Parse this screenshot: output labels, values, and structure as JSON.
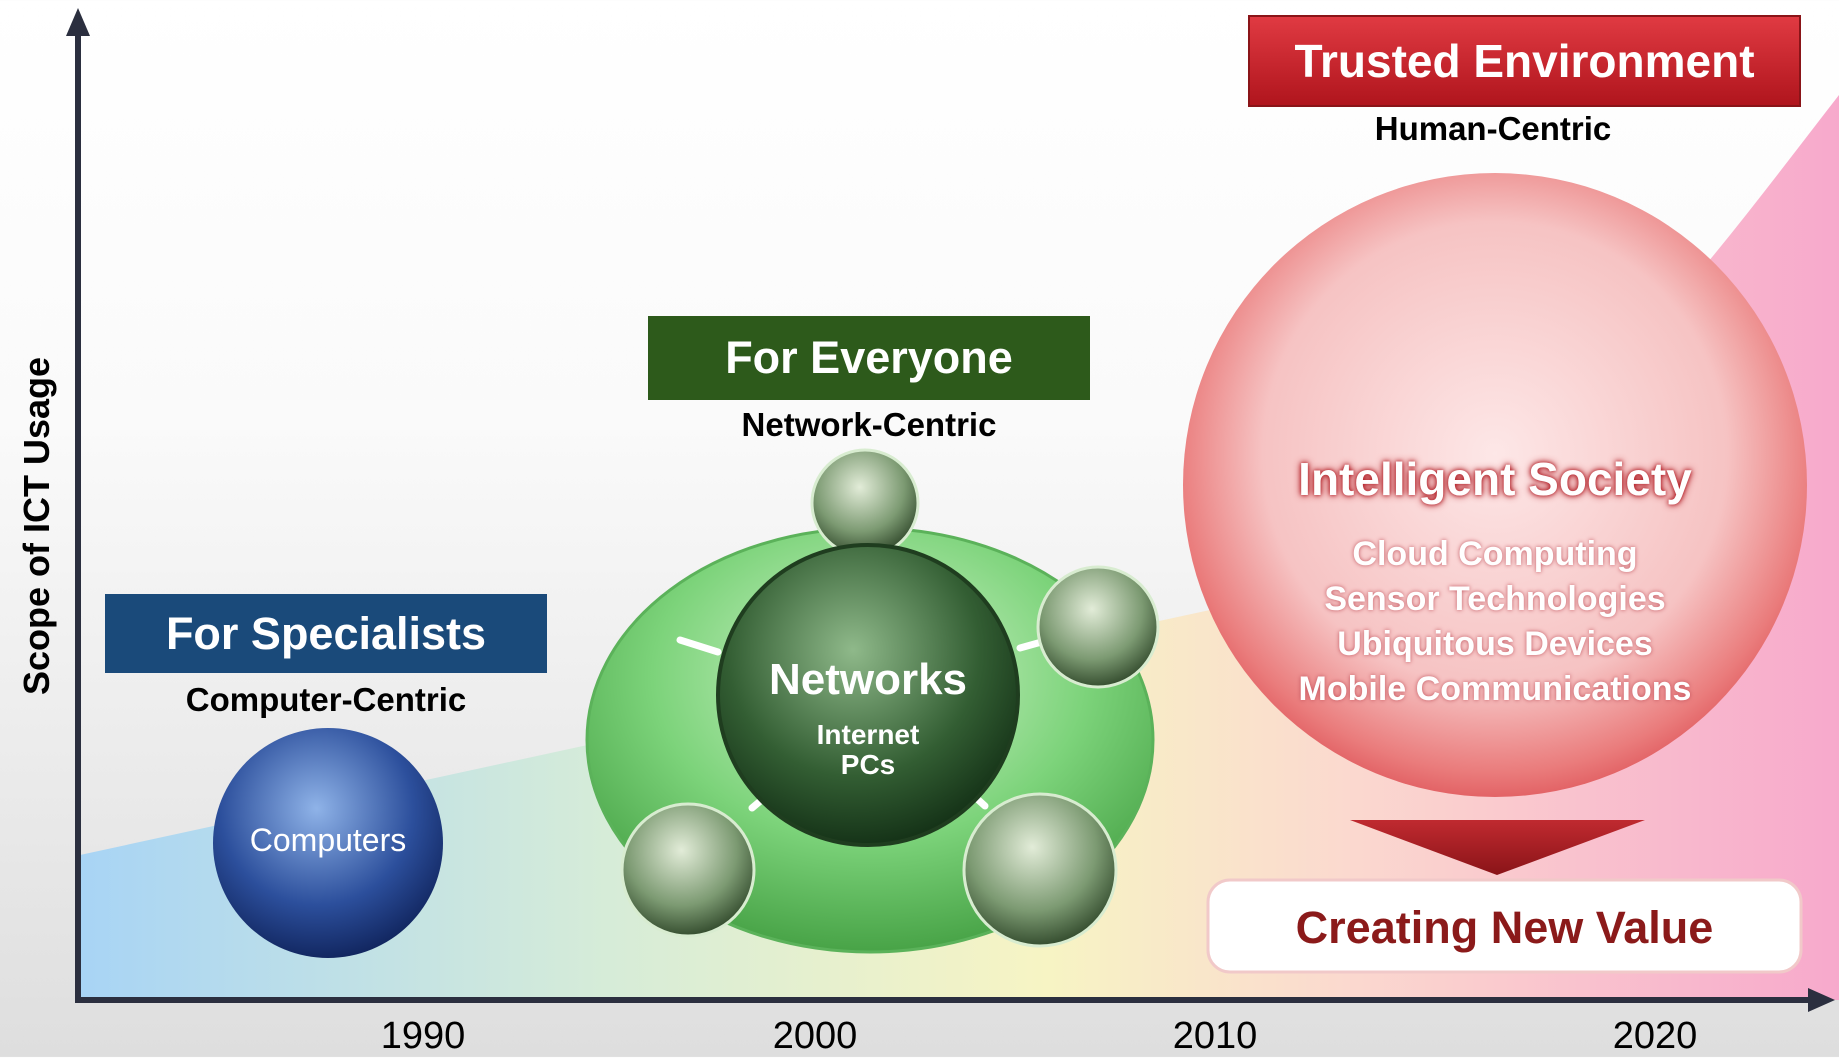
{
  "axes": {
    "y_label": "Scope of ICT Usage",
    "years": [
      "1990",
      "2000",
      "2010",
      "2020"
    ]
  },
  "stages": {
    "specialists": {
      "title": "For Specialists",
      "subtitle": "Computer-Centric",
      "circle_label": "Computers",
      "color": "#1a4a7a"
    },
    "everyone": {
      "title": "For Everyone",
      "subtitle": "Network-Centric",
      "circle_label": "Networks",
      "items": [
        "Internet",
        "PCs"
      ],
      "color": "#2d5a1b"
    },
    "trusted": {
      "title": "Trusted Environment",
      "subtitle": "Human-Centric",
      "circle_label": "Intelligent Society",
      "items": [
        "Cloud Computing",
        "Sensor Technologies",
        "Ubiquitous Devices",
        "Mobile Communications"
      ],
      "color": "#c4212c"
    }
  },
  "value_box": {
    "label": "Creating New Value",
    "color": "#8b1a1a"
  }
}
